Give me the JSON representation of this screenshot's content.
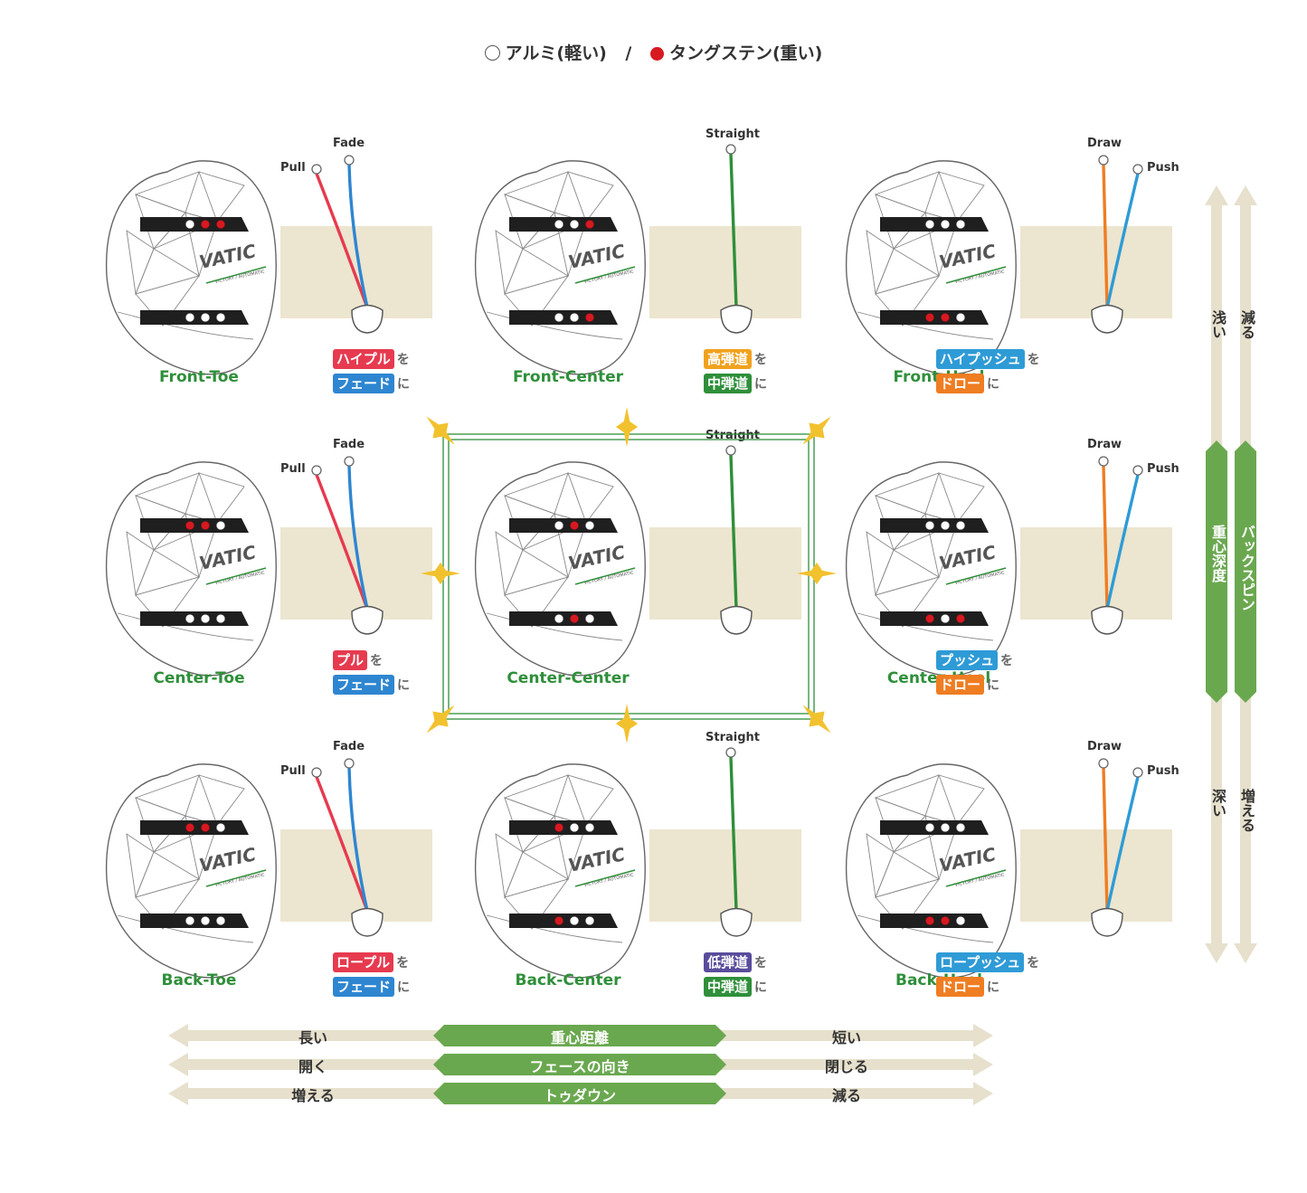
{
  "legend": {
    "aluminum": "アルミ(軽い)",
    "separator": "/",
    "tungsten": "タングステン(重い)",
    "aluminum_color": "#ffffff",
    "tungsten_color": "#d71920"
  },
  "colors": {
    "pull": "#e63a4f",
    "fade": "#2e86d1",
    "straight": "#2f8f3a",
    "draw": "#ef7d22",
    "push": "#2e9bd6",
    "position_name": "#2f8f3a",
    "arrow_green": "#6aa84f",
    "arrow_beige": "#e6e0cc",
    "star": "#f2c12e"
  },
  "cells": [
    {
      "id": "front-toe",
      "name": "Front-Toe",
      "top_dots": [
        "al",
        "tu",
        "tu"
      ],
      "bottom_dots": [
        "al",
        "al",
        "al"
      ],
      "trajectories": [
        {
          "label": "Pull",
          "color_key": "pull",
          "dir": -1
        },
        {
          "label": "Fade",
          "color_key": "fade",
          "dir": 0
        }
      ],
      "tag1": {
        "text": "ハイプル",
        "color": "#e63a4f"
      },
      "suffix1": "を",
      "tag2": {
        "text": "フェード",
        "color": "#2e86d1"
      },
      "suffix2": "に"
    },
    {
      "id": "front-center",
      "name": "Front-Center",
      "top_dots": [
        "al",
        "al",
        "tu"
      ],
      "bottom_dots": [
        "al",
        "al",
        "tu"
      ],
      "trajectories": [
        {
          "label": "Straight",
          "color_key": "straight",
          "dir": 0
        }
      ],
      "tag1": {
        "text": "高弾道",
        "color": "#f0a21e"
      },
      "suffix1": "を",
      "tag2": {
        "text": "中弾道",
        "color": "#2f8f3a"
      },
      "suffix2": "に"
    },
    {
      "id": "front-heel",
      "name": "Front-Heel",
      "top_dots": [
        "al",
        "al",
        "al"
      ],
      "bottom_dots": [
        "tu",
        "tu",
        "al"
      ],
      "trajectories": [
        {
          "label": "Draw",
          "color_key": "draw",
          "dir": 1
        },
        {
          "label": "Push",
          "color_key": "push",
          "dir": 2
        }
      ],
      "tag1": {
        "text": "ハイプッシュ",
        "color": "#2e9bd6"
      },
      "suffix1": "を",
      "tag2": {
        "text": "ドロー",
        "color": "#ef7d22"
      },
      "suffix2": "に"
    },
    {
      "id": "center-toe",
      "name": "Center-Toe",
      "top_dots": [
        "tu",
        "tu",
        "al"
      ],
      "bottom_dots": [
        "al",
        "al",
        "al"
      ],
      "trajectories": [
        {
          "label": "Pull",
          "color_key": "pull",
          "dir": -1
        },
        {
          "label": "Fade",
          "color_key": "fade",
          "dir": 0
        }
      ],
      "tag1": {
        "text": "プル",
        "color": "#e63a4f"
      },
      "suffix1": "を",
      "tag2": {
        "text": "フェード",
        "color": "#2e86d1"
      },
      "suffix2": "に"
    },
    {
      "id": "center-center",
      "name": "Center-Center",
      "top_dots": [
        "al",
        "tu",
        "al"
      ],
      "bottom_dots": [
        "al",
        "tu",
        "al"
      ],
      "trajectories": [
        {
          "label": "Straight",
          "color_key": "straight",
          "dir": 0
        }
      ],
      "tag1": null,
      "suffix1": "",
      "tag2": null,
      "suffix2": ""
    },
    {
      "id": "center-heel",
      "name": "Center-Heel",
      "top_dots": [
        "al",
        "al",
        "al"
      ],
      "bottom_dots": [
        "tu",
        "al",
        "tu"
      ],
      "trajectories": [
        {
          "label": "Draw",
          "color_key": "draw",
          "dir": 1
        },
        {
          "label": "Push",
          "color_key": "push",
          "dir": 2
        }
      ],
      "tag1": {
        "text": "プッシュ",
        "color": "#2e9bd6"
      },
      "suffix1": "を",
      "tag2": {
        "text": "ドロー",
        "color": "#ef7d22"
      },
      "suffix2": "に"
    },
    {
      "id": "back-toe",
      "name": "Back-Toe",
      "top_dots": [
        "tu",
        "tu",
        "al"
      ],
      "bottom_dots": [
        "al",
        "al",
        "al"
      ],
      "trajectories": [
        {
          "label": "Pull",
          "color_key": "pull",
          "dir": -1
        },
        {
          "label": "Fade",
          "color_key": "fade",
          "dir": 0
        }
      ],
      "tag1": {
        "text": "ロープル",
        "color": "#e63a4f"
      },
      "suffix1": "を",
      "tag2": {
        "text": "フェード",
        "color": "#2e86d1"
      },
      "suffix2": "に"
    },
    {
      "id": "back-center",
      "name": "Back-Center",
      "top_dots": [
        "tu",
        "al",
        "al"
      ],
      "bottom_dots": [
        "tu",
        "al",
        "al"
      ],
      "trajectories": [
        {
          "label": "Straight",
          "color_key": "straight",
          "dir": 0
        }
      ],
      "tag1": {
        "text": "低弾道",
        "color": "#5a4c9c"
      },
      "suffix1": "を",
      "tag2": {
        "text": "中弾道",
        "color": "#2f8f3a"
      },
      "suffix2": "に"
    },
    {
      "id": "back-heel",
      "name": "Back-Heel",
      "top_dots": [
        "al",
        "al",
        "al"
      ],
      "bottom_dots": [
        "tu",
        "tu",
        "al"
      ],
      "trajectories": [
        {
          "label": "Draw",
          "color_key": "draw",
          "dir": 1
        },
        {
          "label": "Push",
          "color_key": "push",
          "dir": 2
        }
      ],
      "tag1": {
        "text": "ロープッシュ",
        "color": "#2e9bd6"
      },
      "suffix1": "を",
      "tag2": {
        "text": "ドロー",
        "color": "#ef7d22"
      },
      "suffix2": "に"
    }
  ],
  "brand": {
    "logo": "VATIC",
    "tagline": "VICTORY / AUTOMATIC"
  },
  "horizontal_bars": [
    {
      "left": "長い",
      "center": "重心距離",
      "right": "短い"
    },
    {
      "left": "開く",
      "center": "フェースの向き",
      "right": "閉じる"
    },
    {
      "left": "増える",
      "center": "トゥダウン",
      "right": "減る"
    }
  ],
  "vertical_bars": [
    {
      "top": "浅い",
      "center": "重心深度",
      "bottom": "深い"
    },
    {
      "top": "減る",
      "center": "バックスピン",
      "bottom": "増える"
    }
  ]
}
